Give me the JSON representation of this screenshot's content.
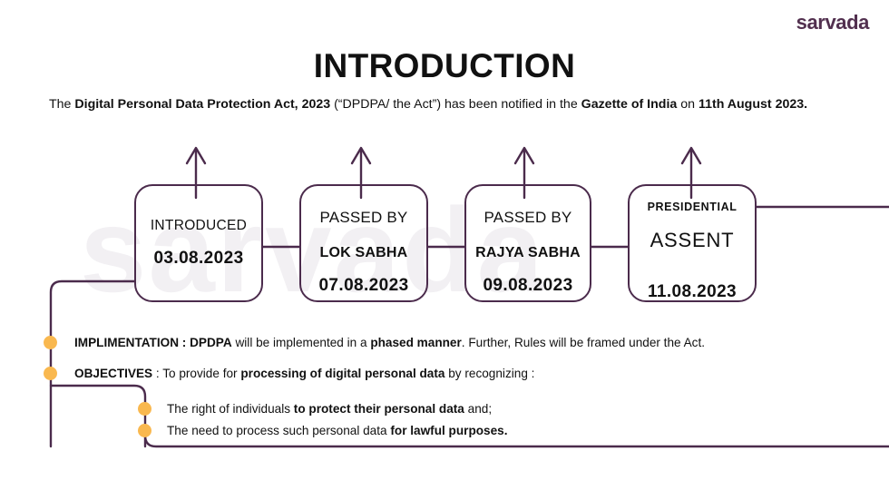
{
  "brand": {
    "logo_text": "sarvada",
    "logo_color": "#52304f",
    "watermark_text": "sarvada"
  },
  "header": {
    "title": "INTRODUCTION"
  },
  "intro": {
    "segments": [
      {
        "text": "The ",
        "bold": false
      },
      {
        "text": "Digital Personal Data Protection Act, 2023",
        "bold": true
      },
      {
        "text": " (“DPDPA/ the Act”) has been notified in the ",
        "bold": false
      },
      {
        "text": "Gazette of India",
        "bold": true
      },
      {
        "text": " on ",
        "bold": false
      },
      {
        "text": "11th August 2023.",
        "bold": true
      }
    ]
  },
  "timeline": {
    "line_color": "#4b2b4c",
    "steps": [
      {
        "label": "INTRODUCED",
        "label_style": "one-line",
        "date": "03.08.2023"
      },
      {
        "label_line1": "PASSED BY",
        "label_line2": "LOK SABHA",
        "label_style": "two-line",
        "date": "07.08.2023"
      },
      {
        "label_line1": "PASSED BY",
        "label_line2": "RAJYA SABHA",
        "label_style": "two-line",
        "date": "09.08.2023"
      },
      {
        "label_line1": "PRESIDENTIAL",
        "label_line2": "ASSENT",
        "label_style": "mixed",
        "date": "11.08.2023"
      }
    ]
  },
  "bullets": {
    "dot_color": "#f9b84f",
    "items": [
      {
        "segments": [
          {
            "text": "IMPLIMENTATION : DPDPA",
            "bold": true
          },
          {
            "text": " will be implemented in a ",
            "bold": false
          },
          {
            "text": "phased manner",
            "bold": true
          },
          {
            "text": ". Further, Rules will be framed under the Act.",
            "bold": false
          }
        ]
      },
      {
        "segments": [
          {
            "text": "OBJECTIVES",
            "bold": true
          },
          {
            "text": " : To provide for ",
            "bold": false
          },
          {
            "text": "processing of digital personal data",
            "bold": true
          },
          {
            "text": " by recognizing :",
            "bold": false
          }
        ]
      },
      {
        "segments": [
          {
            "text": "The right of individuals ",
            "bold": false
          },
          {
            "text": "to protect their personal data",
            "bold": true
          },
          {
            "text": " and;",
            "bold": false
          }
        ]
      },
      {
        "segments": [
          {
            "text": "The need to process such personal data ",
            "bold": false
          },
          {
            "text": "for lawful purposes.",
            "bold": true
          }
        ]
      }
    ]
  }
}
